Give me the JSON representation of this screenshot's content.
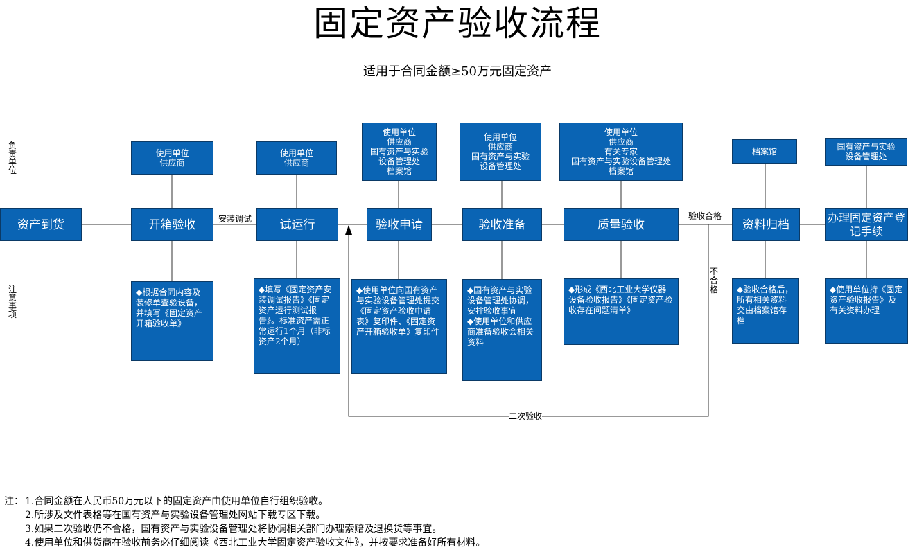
{
  "title": "固定资产验收流程",
  "subtitle": "适用于合同金额≥50万元固定资产",
  "side_labels": {
    "responsible": "负责单位",
    "notes": "注意事项"
  },
  "flow": {
    "steps": [
      "资产到货",
      "开箱验收",
      "试运行",
      "验收申请",
      "验收准备",
      "质量验收",
      "资料归档",
      "办理固定资产登记手续"
    ],
    "responsible": [
      "使用单位\n供应商",
      "使用单位\n供应商",
      "使用单位\n供应商\n国有资产与实验\n设备管理处\n档案馆",
      "使用单位\n供应商\n国有资产与实验\n设备管理处",
      "使用单位\n供应商\n有关专家\n国有资产与实验设备管理处\n档案馆",
      "档案馆",
      "国有资产与实验\n设备管理处"
    ],
    "notes": [
      "◆根据合同内容及装修单查验设备，并填写《固定资产开箱验收单》",
      "◆填写《固定资产安装调试报告》《固定资产运行测试报告》。标准资产需正常运行1个月（非标资产2个月）",
      "◆使用单位向国有资产与实验设备管理处提交《固定资产验收申请表》复印件、《固定资产开箱验收单》复印件",
      "◆国有资产与实验设备管理处协调，安排验收事宜\n◆使用单位和供应商准备验收会相关资料",
      "◆形成《西北工业大学仪器设备验收报告》《固定资产验收存在问题清单》",
      "◆验收合格后，所有相关资料交由档案馆存档",
      "◆使用单位持《固定资产验收报告》及有关资料办理"
    ],
    "edge_labels": {
      "install_debug": "安装调试",
      "pass": "验收合格",
      "fail": "不合格",
      "second": "二次验收"
    }
  },
  "footer": {
    "prefix": "注：",
    "items": [
      "1.合同金额在人民币50万元以下的固定资产由使用单位自行组织验收。",
      "2.所涉及文件表格等在国有资产与实验设备管理处网站下载专区下载。",
      "3.如果二次验收仍不合格，国有资产与实验设备管理处将协调相关部门办理索赔及退换货等事宜。",
      "4.使用单位和供货商在验收前务必仔细阅读《西北工业大学固定资产验收文件》，并按要求准备好所有材料。"
    ]
  },
  "colors": {
    "box_fill": "#0a64b4",
    "box_border": "#0b3a66",
    "line": "#333333"
  }
}
